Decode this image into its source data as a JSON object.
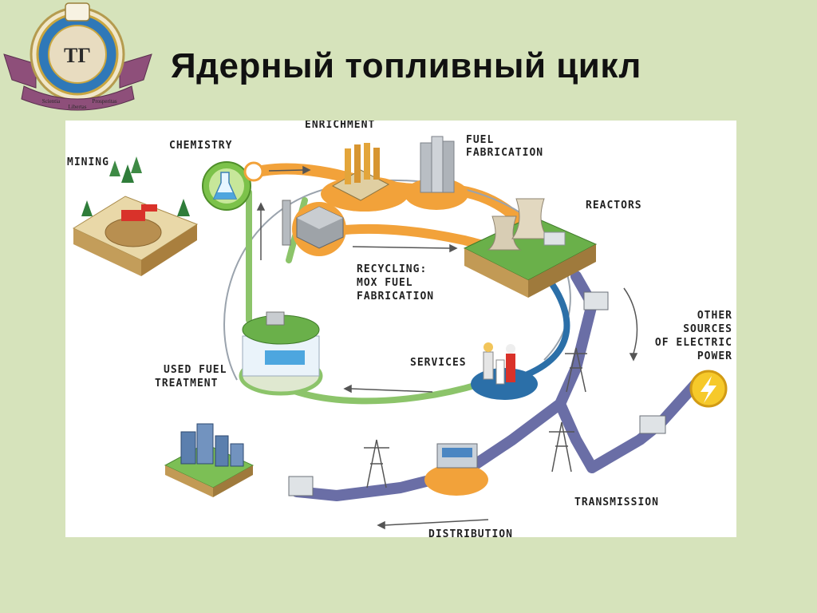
{
  "slide": {
    "title": "Ядерный топливный цикл"
  },
  "logo": {
    "initials": "ТГ",
    "ribbon": [
      "Scientia",
      "Libertas",
      "Prosperitas"
    ]
  },
  "diagram": {
    "stages": {
      "mining": "MINING",
      "chemistry": "CHEMISTRY",
      "enrichment": "ENRICHMENT",
      "fuel_fabrication": [
        "FUEL",
        "FABRICATION"
      ],
      "reactors": "REACTORS",
      "recycling": [
        "RECYCLING:",
        "MOX FUEL",
        "FABRICATION"
      ],
      "services": "SERVICES",
      "used_fuel": [
        "USED FUEL",
        "TREATMENT"
      ],
      "other_sources": [
        "OTHER",
        "SOURCES",
        "OF ELECTRIC",
        "POWER"
      ],
      "transmission": "TRANSMISSION",
      "distribution": "DISTRIBUTION"
    },
    "colors": {
      "orange": "#f2a23a",
      "green": "#8cc46a",
      "blue": "#2b6fa8",
      "purple": "#6a6ea6"
    }
  }
}
